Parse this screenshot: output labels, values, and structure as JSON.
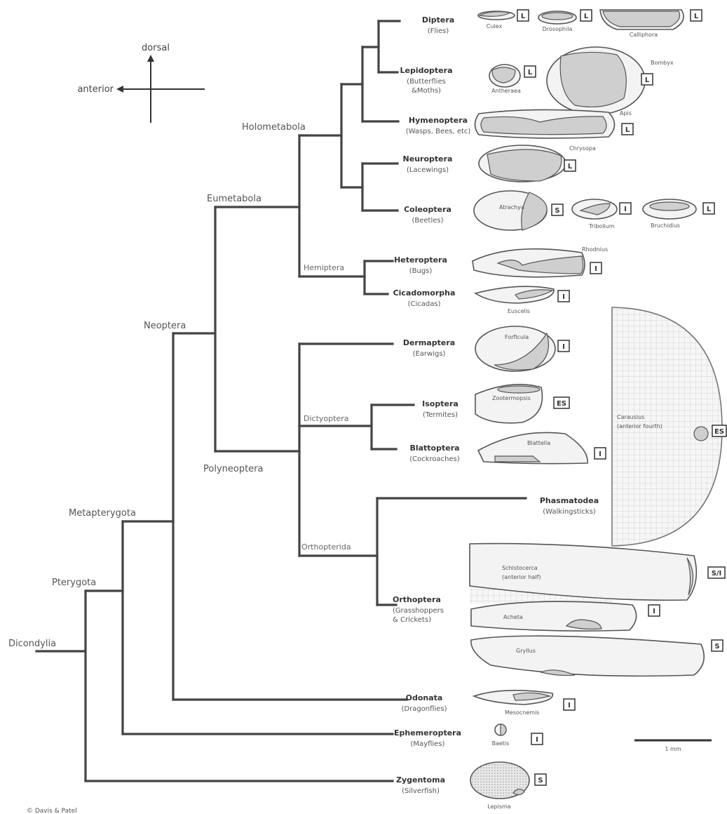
{
  "orientation": {
    "dorsal": "dorsal",
    "anterior": "anterior"
  },
  "clades": {
    "holometabola": "Holometabola",
    "eumetabola": "Eumetabola",
    "hemiptera": "Hemiptera",
    "neoptera": "Neoptera",
    "polyneoptera": "Polyneoptera",
    "dictyoptera": "Dictyoptera",
    "orthopterida": "Orthopterida",
    "metapterygota": "Metapterygota",
    "pterygota": "Pterygota",
    "dicondylia": "Dicondylia"
  },
  "taxa": [
    {
      "name": "Diptera",
      "common": "(Flies)"
    },
    {
      "name": "Lepidoptera",
      "common": "(Butterflies",
      "common2": "&Moths)"
    },
    {
      "name": "Hymenoptera",
      "common": "(Wasps, Bees, etc)"
    },
    {
      "name": "Neuroptera",
      "common": "(Lacewings)"
    },
    {
      "name": "Coleoptera",
      "common": "(Beetles)"
    },
    {
      "name": "Heteroptera",
      "common": "(Bugs)"
    },
    {
      "name": "Cicadomorpha",
      "common": "(Cicadas)"
    },
    {
      "name": "Dermaptera",
      "common": "(Earwigs)"
    },
    {
      "name": "Isoptera",
      "common": "(Termites)"
    },
    {
      "name": "Blattoptera",
      "common": "(Cockroaches)"
    },
    {
      "name": "Phasmatodea",
      "common": "(Walkingsticks)"
    },
    {
      "name": "Orthoptera",
      "common": "(Grasshoppers",
      "common2": "& Crickets)"
    },
    {
      "name": "Odonata",
      "common": "(Dragonflies)"
    },
    {
      "name": "Ephemeroptera",
      "common": "(Mayflies)"
    },
    {
      "name": "Zygentoma",
      "common": "(Silverfish)"
    }
  ],
  "eggs": {
    "culex": "Culex",
    "drosophila": "Drosophila",
    "calliphora": "Calliphora",
    "antheraea": "Antheraea",
    "bombyx": "Bombyx",
    "apis": "Apis",
    "chrysopa": "Chrysopa",
    "atrachya": "Atrachya",
    "tribolium": "Tribolium",
    "bruchidius": "Bruchidius",
    "rhodnius": "Rhodnius",
    "euscelis": "Euscelis",
    "forficula": "Forficula",
    "zootermopsis": "Zootermopsis",
    "blattella": "Blattella",
    "carausius": "Carausius",
    "carausius2": "(anterior fourth)",
    "schistocerca": "Schistocerca",
    "schistocerca2": "(anterior half)",
    "acheta": "Acheta",
    "gryllus": "Gryllus",
    "mesocnemis": "Mesocnemis",
    "baetis": "Baetis",
    "lepisma": "Lepisma"
  },
  "stages": {
    "diptera": [
      "L",
      "L",
      "L"
    ],
    "lepidoptera": [
      "L",
      "L"
    ],
    "hymenoptera": "L",
    "neuroptera": "L",
    "coleoptera": [
      "S",
      "I",
      "L"
    ],
    "heteroptera": "I",
    "cicadomorpha": "I",
    "dermaptera": "I",
    "isoptera": "ES",
    "blattoptera": "I",
    "phasmatodea": "ES",
    "schistocerca": "S/I",
    "acheta": "I",
    "gryllus": "S",
    "odonata": "I",
    "ephemeroptera": "I",
    "zygentoma": "S"
  },
  "scale_bar": "1 mm",
  "credit": "© Davis & Patel"
}
